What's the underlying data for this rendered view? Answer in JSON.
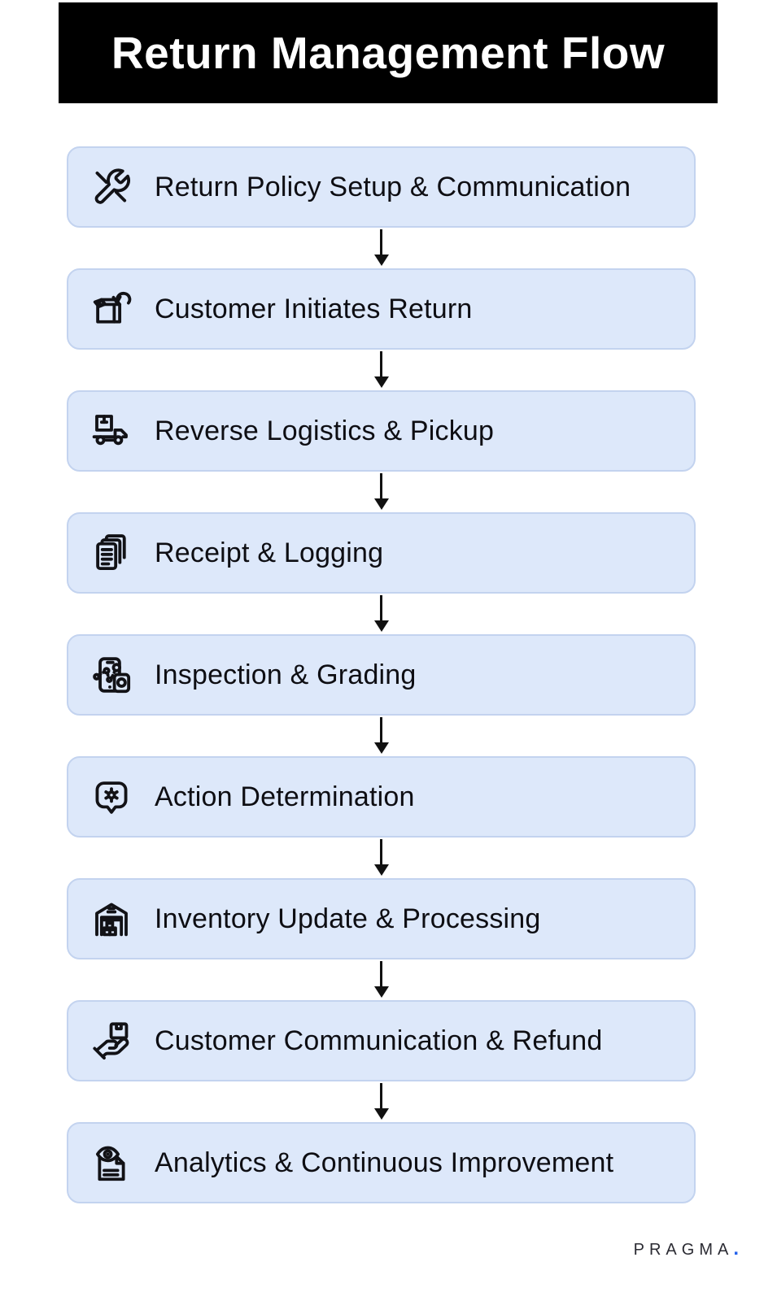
{
  "header": {
    "title": "Return Management Flow"
  },
  "steps": [
    {
      "label": "Return Policy Setup & Communication",
      "icon": "tools-icon"
    },
    {
      "label": "Customer Initiates Return",
      "icon": "package-return-icon"
    },
    {
      "label": "Reverse Logistics & Pickup",
      "icon": "delivery-truck-icon"
    },
    {
      "label": "Receipt & Logging",
      "icon": "stacked-documents-icon"
    },
    {
      "label": "Inspection & Grading",
      "icon": "device-inspection-icon"
    },
    {
      "label": "Action Determination",
      "icon": "chat-gear-icon"
    },
    {
      "label": "Inventory Update & Processing",
      "icon": "warehouse-icon"
    },
    {
      "label": "Customer Communication & Refund",
      "icon": "hand-package-icon"
    },
    {
      "label": "Analytics & Continuous Improvement",
      "icon": "document-eye-icon"
    }
  ],
  "footer": {
    "brand": "PRAGMA",
    "dot": "."
  },
  "colors": {
    "banner_bg": "#000000",
    "banner_text": "#ffffff",
    "box_fill": "#dde8fa",
    "box_border": "#c3d3ef",
    "label_text": "#0e0e13",
    "arrow": "#111111",
    "accent_dot": "#2563eb"
  }
}
